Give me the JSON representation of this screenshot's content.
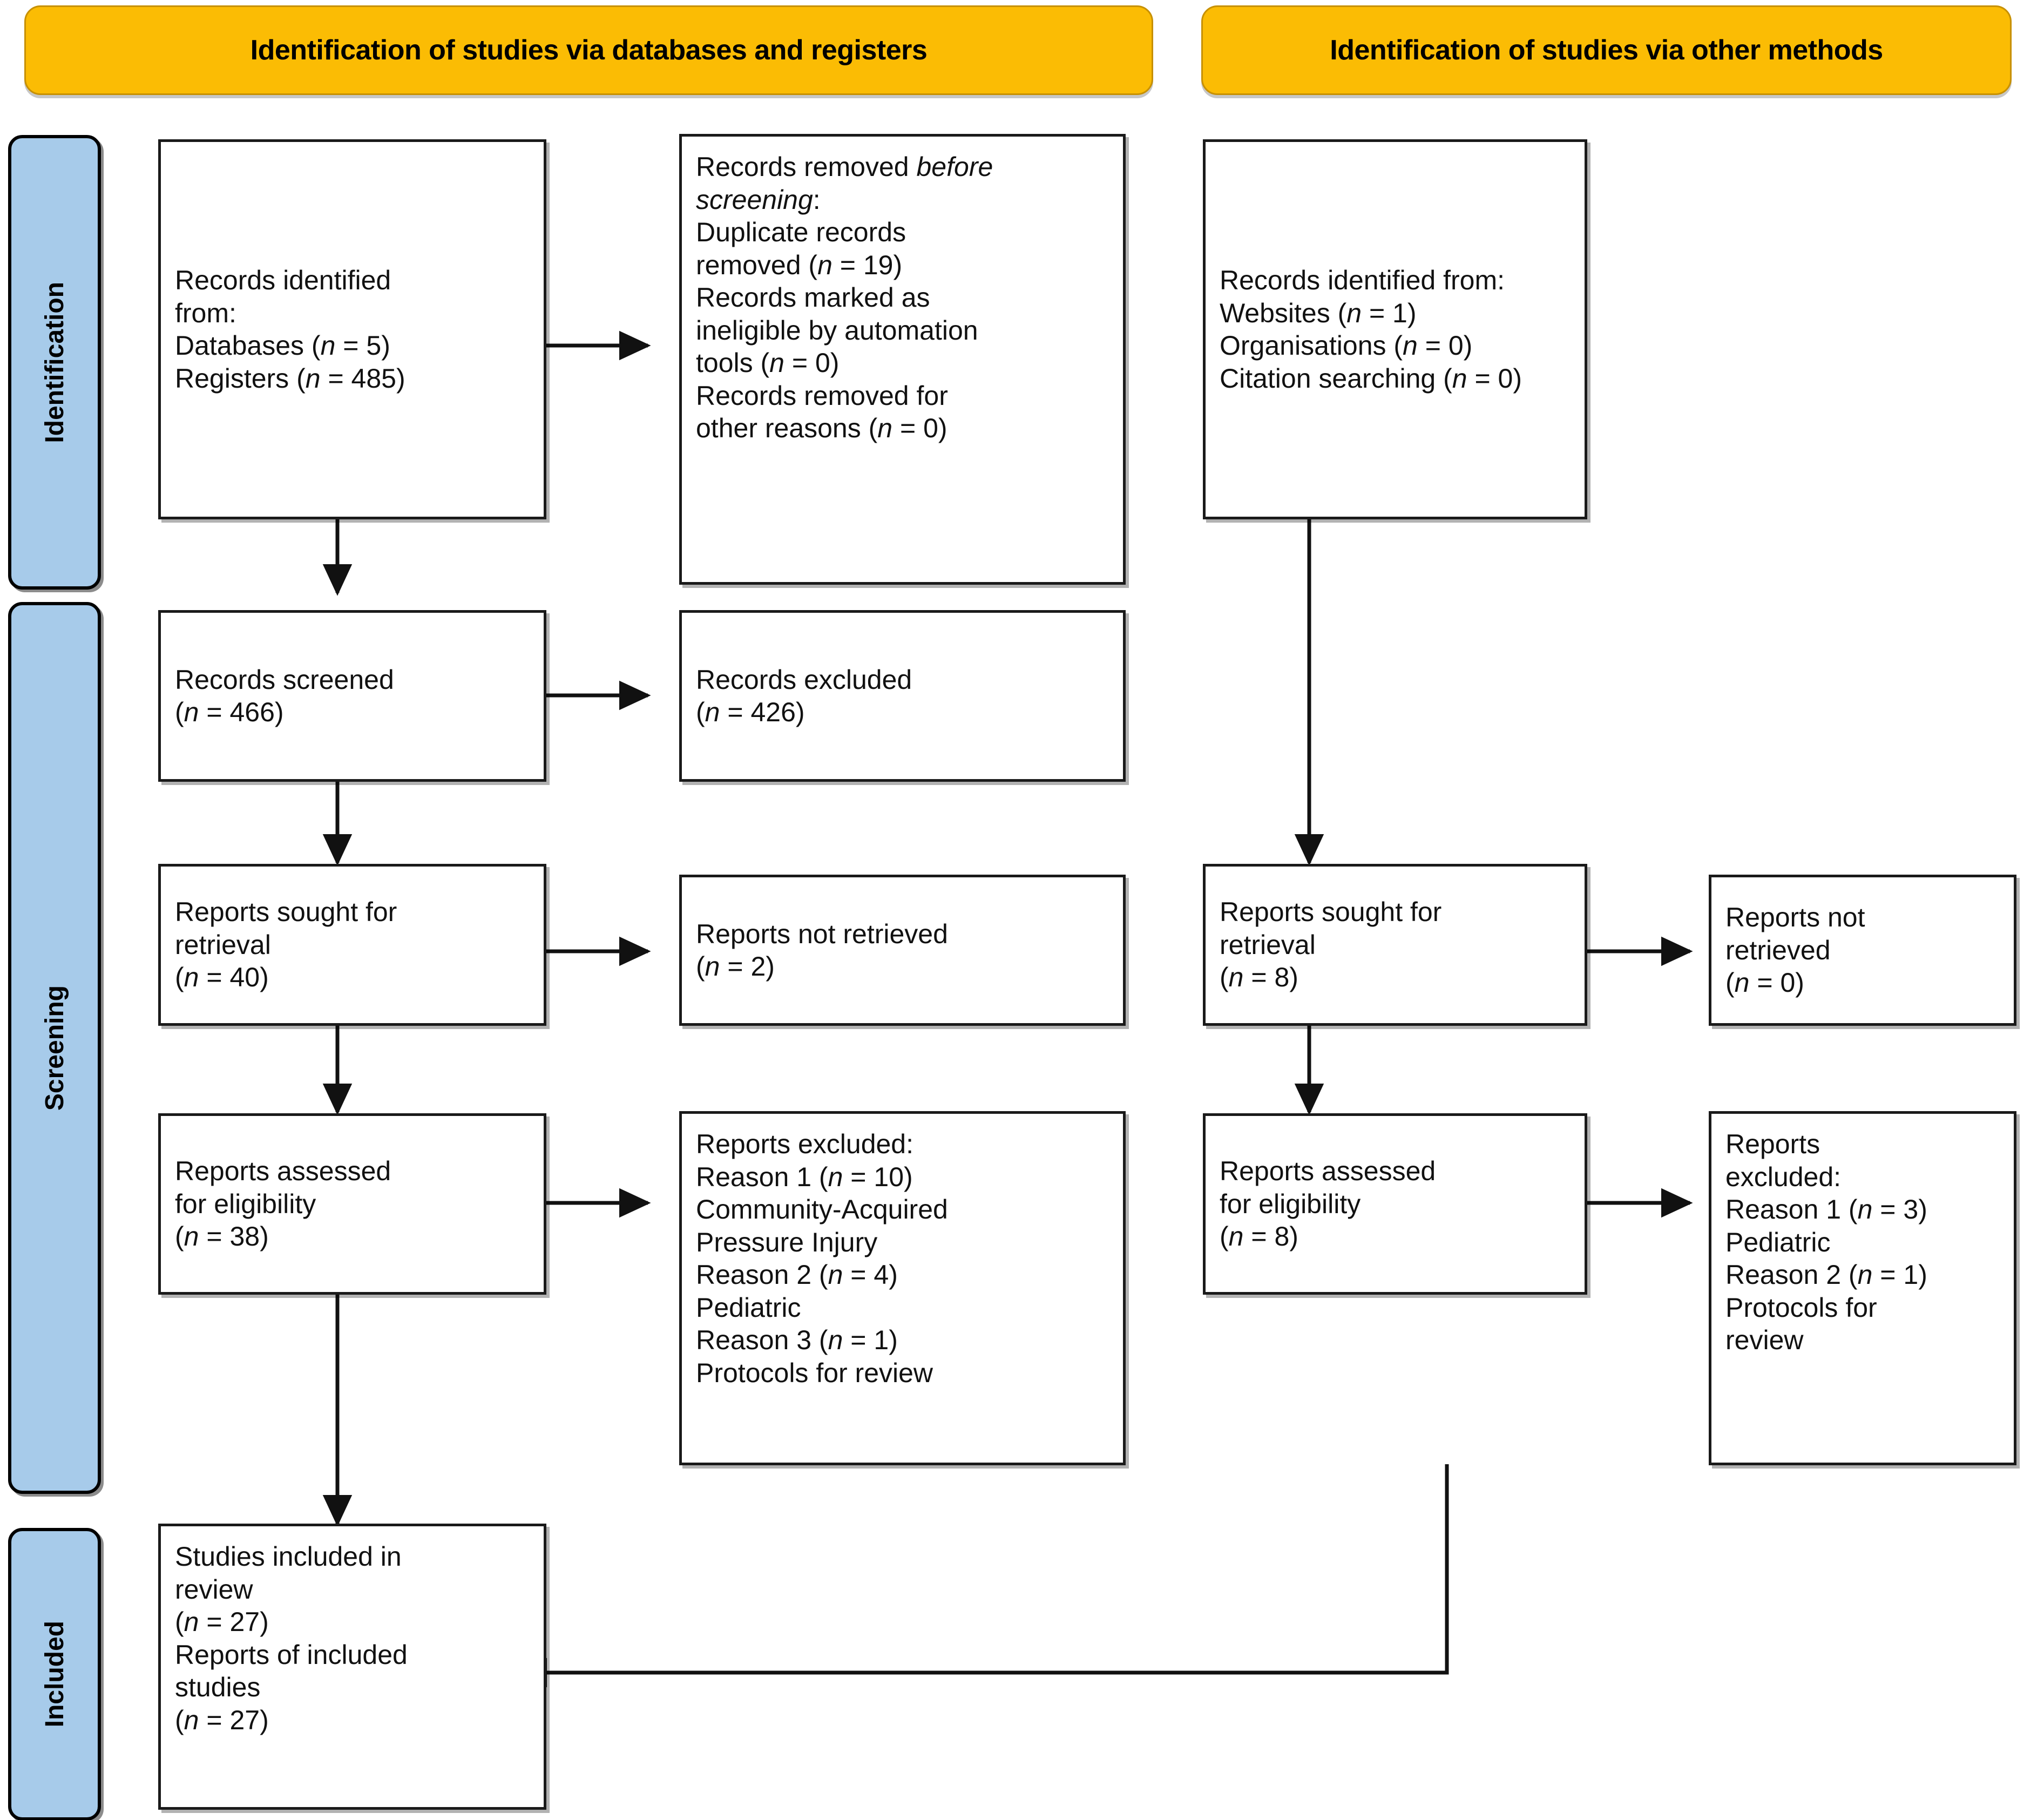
{
  "headers": {
    "left": "Identification of studies via databases and registers",
    "right": "Identification of studies via other methods"
  },
  "stages": [
    {
      "label": "Identification"
    },
    {
      "label": "Screening"
    },
    {
      "label": "Included"
    }
  ],
  "colors": {
    "banner_fill": "#FBBC04",
    "banner_border": "#C79000",
    "stage_fill": "#A7CBEA",
    "box_border": "#1a1a1a",
    "text": "#111111"
  },
  "boxes": {
    "db_identified": {
      "title": "Records identified from:",
      "lines": [
        "Records identified",
        "from:",
        "Databases (n = 5)",
        "Registers (n = 485)"
      ],
      "counts": {
        "databases": 5,
        "registers": 485
      }
    },
    "db_removed_before_screening": {
      "lines": [
        "Records removed before",
        "screening:",
        "Duplicate records",
        "removed (n = 19)",
        "Records marked as",
        "ineligible by automation",
        "tools (n = 0)",
        "Records removed for",
        "other reasons (n = 0)"
      ],
      "counts": {
        "duplicates_removed": 19,
        "ineligible_automation": 0,
        "other_reasons": 0
      }
    },
    "records_screened": {
      "lines": [
        "Records screened",
        "(n = 466)"
      ],
      "counts": {
        "screened": 466
      }
    },
    "records_excluded": {
      "lines": [
        "Records excluded",
        "(n = 426)"
      ],
      "counts": {
        "excluded": 426
      }
    },
    "reports_sought_db": {
      "lines": [
        "Reports sought for",
        "retrieval",
        "(n = 40)"
      ],
      "counts": {
        "sought": 40
      }
    },
    "reports_not_retrieved_db": {
      "lines": [
        "Reports not retrieved",
        "(n = 2)"
      ],
      "counts": {
        "not_retrieved": 2
      }
    },
    "reports_assessed_db": {
      "lines": [
        "Reports assessed",
        "for eligibility",
        "(n = 38)"
      ],
      "counts": {
        "assessed": 38
      }
    },
    "reports_excluded_db": {
      "lines": [
        "Reports excluded:",
        "Reason 1 (n = 10)",
        "Community-Acquired",
        "Pressure Injury",
        "Reason 2 (n = 4)",
        "Pediatric",
        "Reason 3 (n = 1)",
        "Protocols for review"
      ],
      "counts": {
        "reason_1": 10,
        "reason_2": 4,
        "reason_3": 1
      }
    },
    "other_identified": {
      "lines": [
        "Records identified from:",
        "Websites (n = 1)",
        "Organisations (n = 0)",
        "Citation searching (n = 0)"
      ],
      "counts": {
        "websites": 1,
        "organisations": 0,
        "citation_searching": 0
      }
    },
    "reports_sought_other": {
      "lines": [
        "Reports sought for",
        "retrieval",
        "(n = 8)"
      ],
      "counts": {
        "sought": 8
      }
    },
    "reports_not_retrieved_other": {
      "lines": [
        "Reports not",
        "retrieved",
        "(n = 0)"
      ],
      "counts": {
        "not_retrieved": 0
      }
    },
    "reports_assessed_other": {
      "lines": [
        "Reports assessed",
        "for eligibility",
        "(n = 8)"
      ],
      "counts": {
        "assessed": 8
      }
    },
    "reports_excluded_other": {
      "lines": [
        "Reports",
        "excluded:",
        "Reason 1 (n = 3)",
        "Pediatric",
        "Reason 2 (n = 1)",
        "Protocols for",
        "review"
      ],
      "counts": {
        "reason_1": 3,
        "reason_2": 1
      }
    },
    "studies_included": {
      "lines": [
        "Studies included in",
        "review",
        "(n = 27)",
        "Reports of included",
        "studies",
        "(n = 27)"
      ],
      "counts": {
        "studies": 27,
        "reports": 27
      }
    }
  }
}
